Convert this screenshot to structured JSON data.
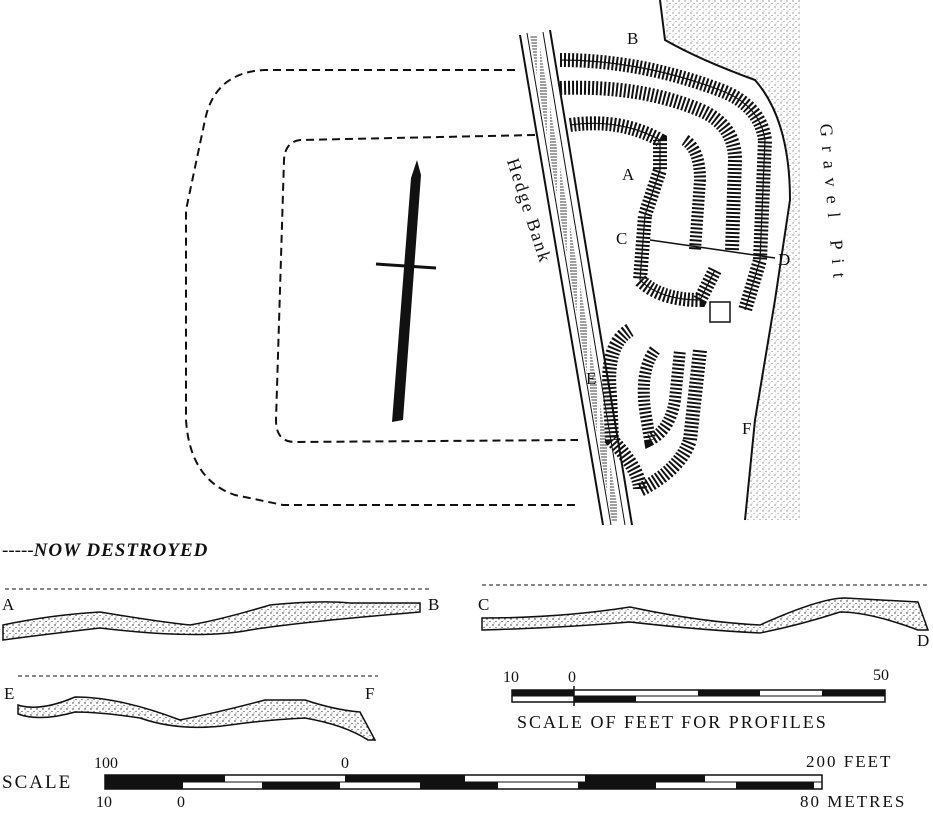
{
  "map": {
    "points": {
      "a": "A",
      "b": "B",
      "c": "C",
      "d": "D",
      "e": "E",
      "f": "F"
    },
    "hedge_bank": "Hedge Bank",
    "gravel_pit": "Gravel Pit"
  },
  "legend": {
    "dash": "-----",
    "text": "NOW DESTROYED"
  },
  "profiles": {
    "ab": {
      "start": "A",
      "end": "B"
    },
    "cd": {
      "start": "C",
      "end": "D"
    },
    "ef": {
      "start": "E",
      "end": "F"
    }
  },
  "profile_scale": {
    "tick_left": "10",
    "tick_zero": "0",
    "tick_right": "50",
    "caption": "SCALE OF FEET FOR PROFILES"
  },
  "main_scale": {
    "label": "SCALE",
    "feet_left": "100",
    "feet_zero": "0",
    "feet_right": "200 FEET",
    "metres_left": "10",
    "metres_zero": "0",
    "metres_right": "80 METRES"
  },
  "colors": {
    "ink": "#111111",
    "paper": "#ffffff"
  }
}
